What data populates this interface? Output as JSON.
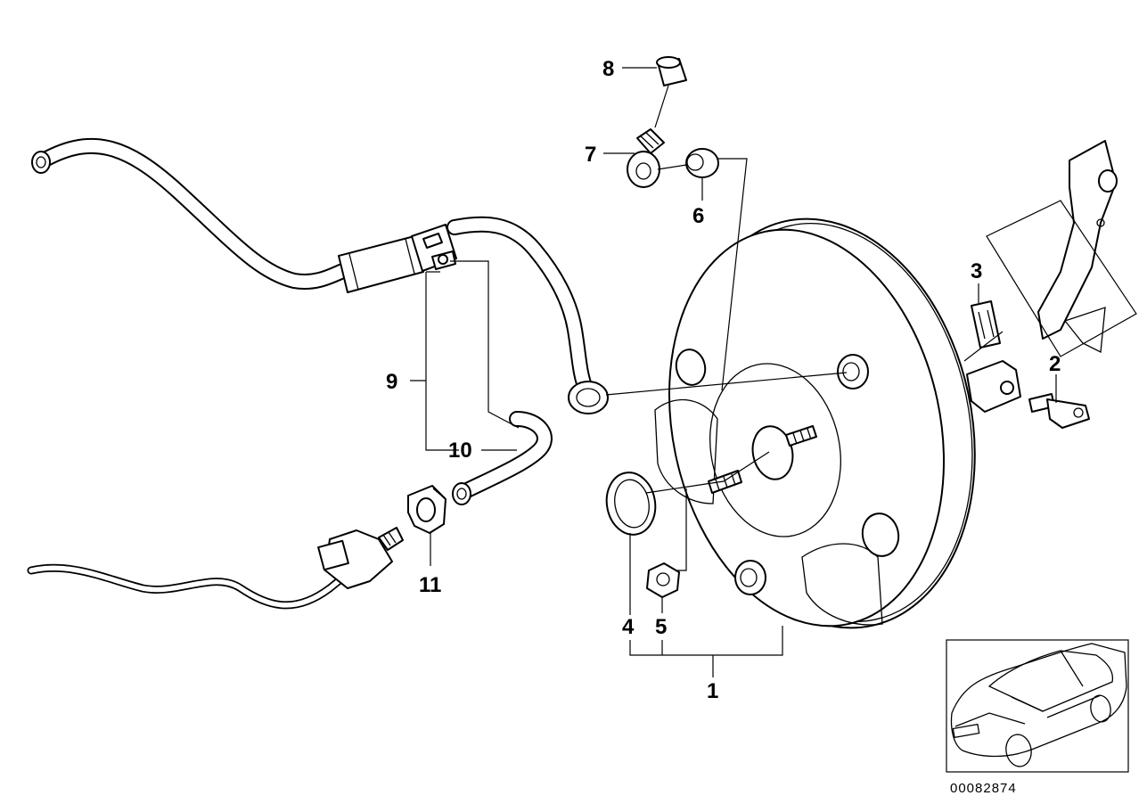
{
  "diagram": {
    "callouts": [
      "1",
      "2",
      "3",
      "4",
      "5",
      "6",
      "7",
      "8",
      "9",
      "10",
      "11"
    ],
    "reference_number": "00082874",
    "icons": {
      "booster": "brake-booster-icon",
      "vehicle": "car-thumbnail-icon"
    }
  }
}
